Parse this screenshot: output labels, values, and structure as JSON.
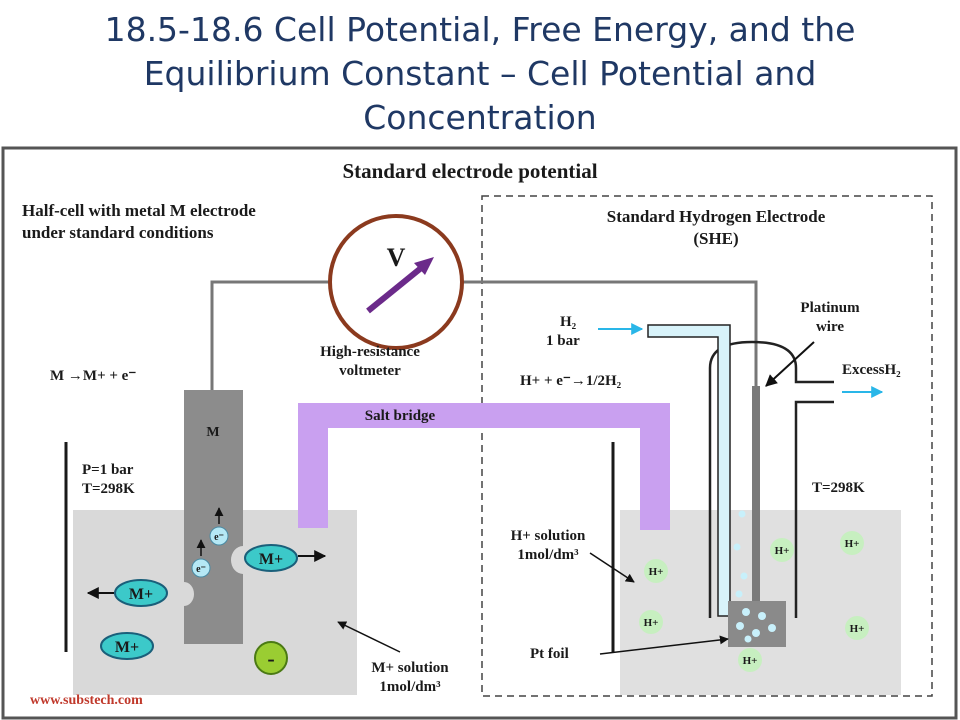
{
  "slide": {
    "title_line1": "18.5-18.6 Cell Potential, Free Energy, and the",
    "title_line2": "Equilibrium Constant – Cell Potential and",
    "title_line3": "Concentration"
  },
  "diagram": {
    "heading": "Standard electrode potential",
    "left_cell": {
      "title_line1": "Half-cell with metal M electrode",
      "title_line2": "under standard conditions",
      "reaction": "M →M+ + e⁻",
      "electrode_label": "M",
      "pressure": "P=1 bar",
      "temperature": "T=298K",
      "electron_label": "e⁻",
      "ion_label": "M+",
      "negative_label": "-",
      "solution_line1": "M+ solution",
      "solution_line2": "1mol/dm³"
    },
    "voltmeter": {
      "symbol": "V",
      "label_line1": "High-resistance",
      "label_line2": "voltmeter"
    },
    "salt_bridge": "Salt bridge",
    "she": {
      "title_line1": "Standard Hydrogen Electrode",
      "title_line2": "(SHE)",
      "h2_line1": "H₂",
      "h2_line2": "1 bar",
      "reaction": "H+ + e⁻→1/2H₂",
      "platinum_line1": "Platinum",
      "platinum_line2": "wire",
      "excess": "ExcessH₂",
      "temperature": "T=298K",
      "solution_line1": "H+ solution",
      "solution_line2": "1mol/dm³",
      "ion_label": "H+",
      "pt_foil": "Pt foil"
    },
    "source": "www.substech.com"
  }
}
